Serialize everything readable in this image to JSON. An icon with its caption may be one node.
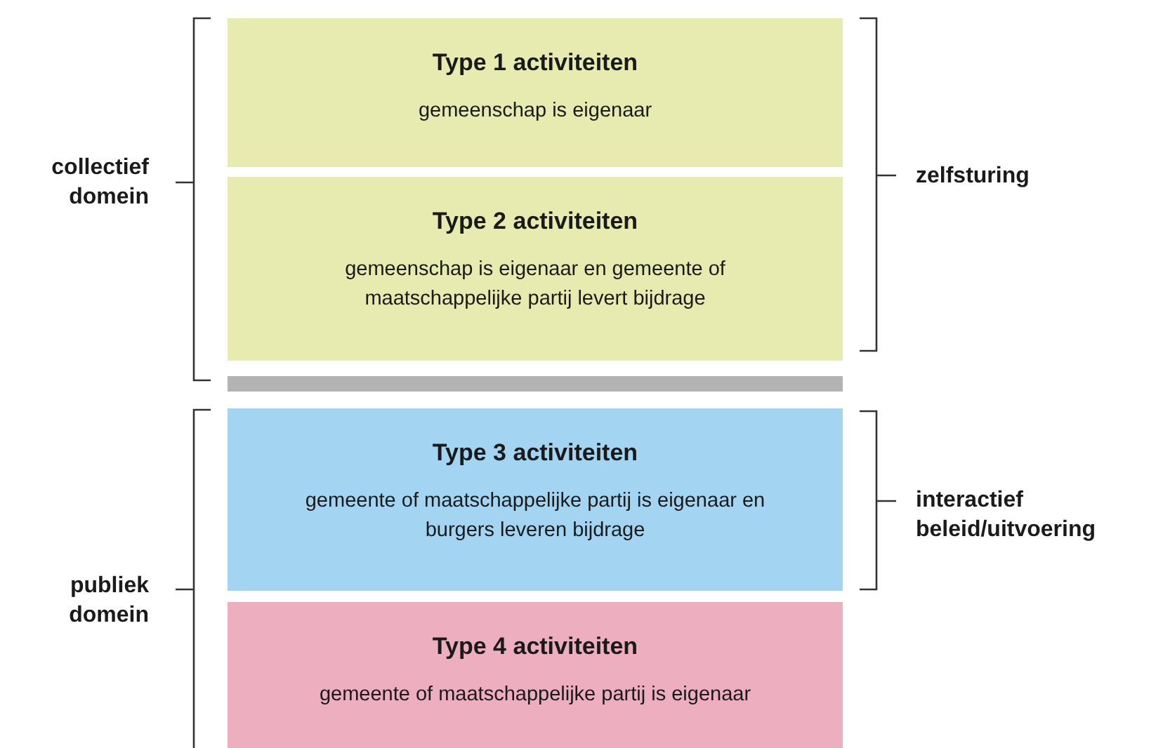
{
  "diagram": {
    "nodes": [
      {
        "text": [
          "Type 1 activiteiten",
          "gemeenschap is eigenaar"
        ]
      },
      {
        "text": [
          "Type 2 activiteiten",
          "gemeenschap is eigenaar en gemeente of maatschappelijke partij levert bijdrage"
        ]
      },
      {
        "text": [
          "Type 3 activiteiten",
          "gemeente of maatschappelijke partij is eigenaar en burgers leveren bijdrage"
        ]
      },
      {
        "text": [
          "Type 4 activiteiten",
          "gemeente of maatschappelijke partij is eigenaar"
        ]
      }
    ],
    "labels": [
      "collectief domein",
      "zelfsturing",
      "interactief beleid/uitvoering",
      "publiek domein"
    ]
  }
}
